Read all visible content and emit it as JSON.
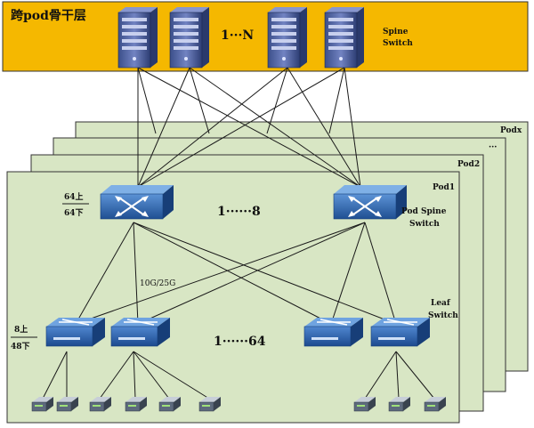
{
  "spine_layer": {
    "title": "跨pod骨干层",
    "range": "1···N",
    "device_label_line1": "Spine",
    "device_label_line2": "Switch"
  },
  "pods": [
    {
      "label": "Podx"
    },
    {
      "label": "···"
    },
    {
      "label": "Pod2"
    },
    {
      "label": "Pod1"
    }
  ],
  "pod_spine": {
    "range": "1······8",
    "label_line1": "Pod Spine",
    "label_line2": "Switch",
    "ratio_top": "64上",
    "ratio_bottom": "64下"
  },
  "leaf": {
    "range": "1······64",
    "label_line1": "Leaf",
    "label_line2": "Switch",
    "ratio_top": "8上",
    "ratio_bottom": "48下",
    "link_speed": "10G/25G"
  },
  "colors": {
    "spine_band": "#f5b800",
    "pod_fill": "#d8e6c4",
    "pod_border": "#333333",
    "switch_blue": "#2f6db5",
    "line": "#1a1a1a"
  }
}
